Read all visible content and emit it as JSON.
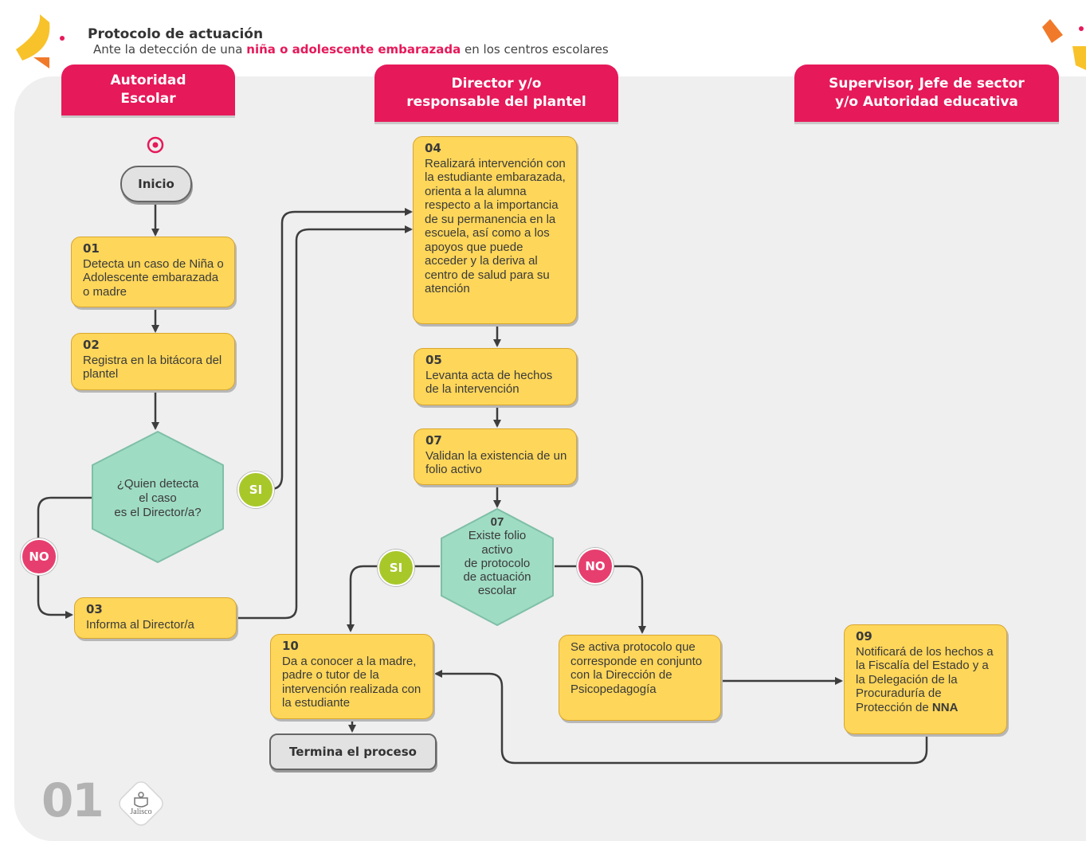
{
  "header": {
    "title": "Protocolo de actuación",
    "subtitle_before": "Ante la detección de una",
    "subtitle_highlight": "niña o adolescente embarazada",
    "subtitle_after": "en los centros escolares"
  },
  "lanes": {
    "lane1_line1": "Autoridad",
    "lane1_line2": "Escolar",
    "lane2_line1": "Director y/o",
    "lane2_line2": "responsable del plantel",
    "lane3_line1": "Supervisor, Jefe de sector",
    "lane3_line2": "y/o Autoridad educativa"
  },
  "nodes": {
    "start": "Inicio",
    "end": "Termina el proceso",
    "s01_num": "01",
    "s01_text": "Detecta un caso de Niña o Adolescente embarazada o madre",
    "s02_num": "02",
    "s02_text": "Registra en la bitácora del plantel",
    "s03_num": "03",
    "s03_text": "Informa al Director/a",
    "s04_num": "04",
    "s04_text": "Realizará intervención con la estudiante embarazada, orienta a la alumna respecto a la importancia de su permanencia en la escuela, así como a los apoyos que puede acceder y la deriva al centro de salud para su atención",
    "s05_num": "05",
    "s05_text": "Levanta acta de hechos de la intervención",
    "s07_num": "07",
    "s07_text": "Validan la existencia de un folio activo",
    "s09_num": "09",
    "s09_text_main": "Notificará de los hechos a la Fiscalía del Estado y a la Delegación de la Procuraduría de Protección de",
    "s09_text_bold": "NNA",
    "s10_num": "10",
    "s10_text": "Da a conocer a la madre, padre o tutor de la intervención realizada con la estudiante",
    "psico_text": "Se activa protocolo que corresponde en conjunto con la Dirección de Psicopedagogía"
  },
  "decisions": {
    "d1_line1": "¿Quien detecta",
    "d1_line2": "el caso",
    "d1_line3": "es el Director/a?",
    "d2_num": "07",
    "d2_line1": "Existe folio",
    "d2_line2": "activo",
    "d2_line3": "de protocolo",
    "d2_line4": "de actuación",
    "d2_line5": "escolar"
  },
  "badges": {
    "si": "SI",
    "no": "NO"
  },
  "footer": {
    "page_number": "01",
    "logo_text": "Jalisco"
  },
  "colors": {
    "magenta": "#e6195a",
    "yellow_box": "#fdd65a",
    "decision_green": "#9fdcc4",
    "si_green": "#a8c82a",
    "no_pink": "#e63f6f",
    "arrow": "#3d3d3d",
    "panel": "#efefef"
  }
}
